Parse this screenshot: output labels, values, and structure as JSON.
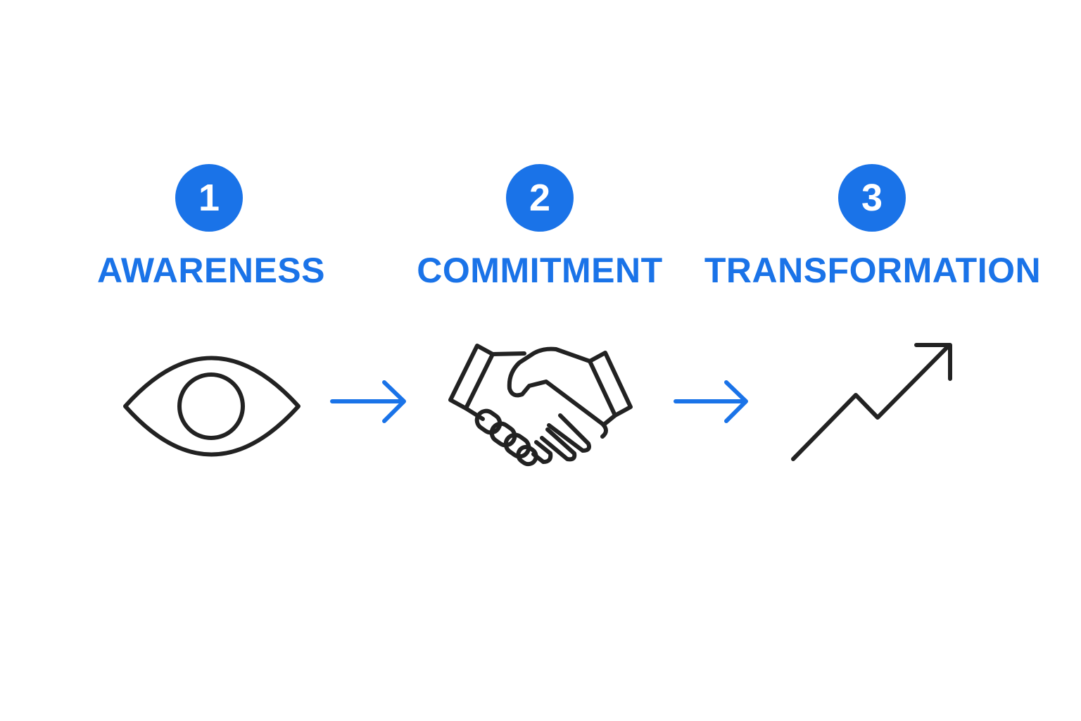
{
  "diagram": {
    "accent_color": "#1a73e8",
    "icon_color": "#222222",
    "steps": [
      {
        "number": "1",
        "label": "AWARENESS",
        "icon": "eye-icon"
      },
      {
        "number": "2",
        "label": "COMMITMENT",
        "icon": "handshake-icon"
      },
      {
        "number": "3",
        "label": "TRANSFORMATION",
        "icon": "trending-up-arrow-icon"
      }
    ],
    "connectors": [
      "arrow-right-icon",
      "arrow-right-icon"
    ]
  }
}
